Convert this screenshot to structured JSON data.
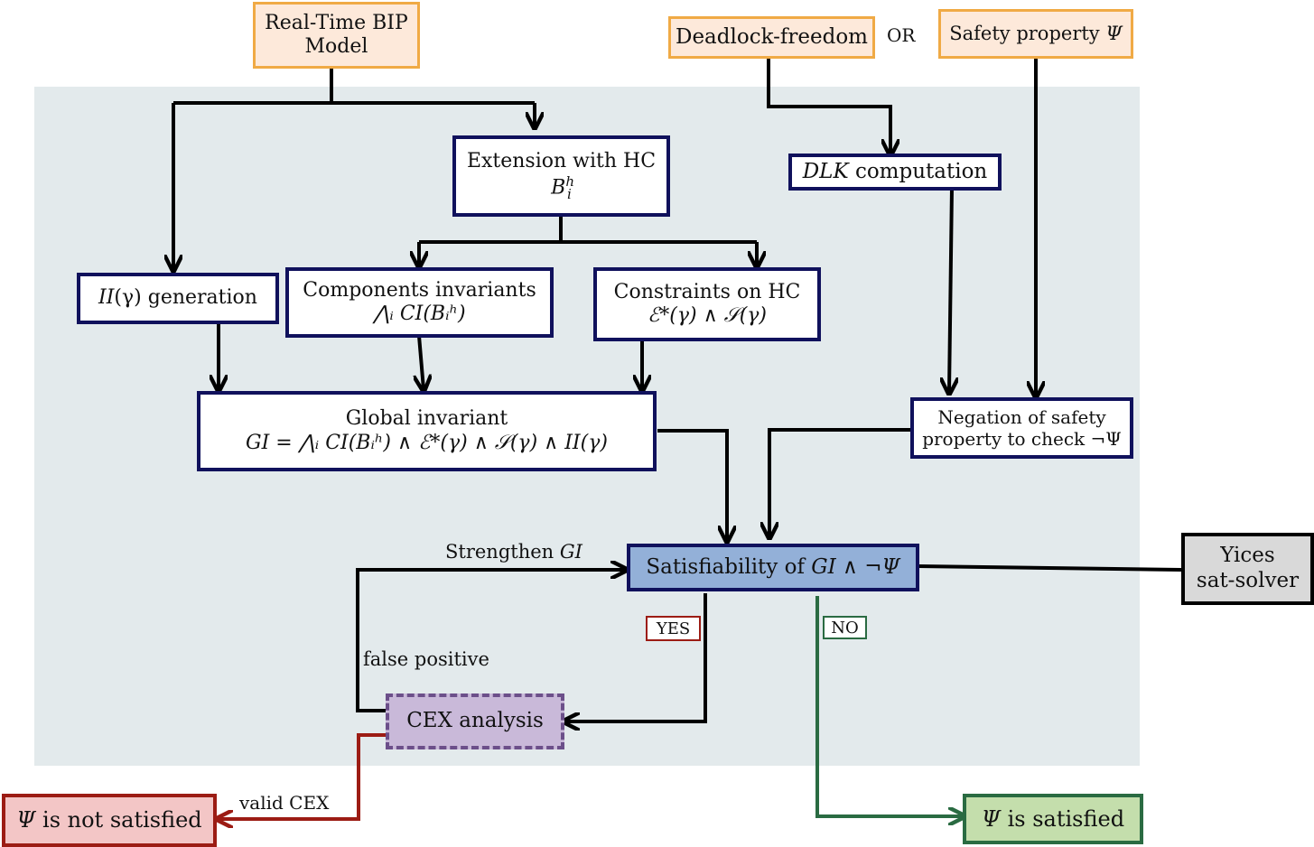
{
  "diagram": {
    "inputs": {
      "model": {
        "line1": "Real-Time BIP",
        "line2": "Model"
      },
      "deadlock": "Deadlock-freedom",
      "or_label": "OR",
      "safety": {
        "text": "Safety property",
        "symbol": "Ψ"
      }
    },
    "extension": {
      "line1": "Extension with HC",
      "math": "B",
      "sup": "h",
      "sub": "i"
    },
    "dlk": {
      "math": "DLK",
      "text": " computation"
    },
    "ii_gen": {
      "math": "II",
      "paren": "(γ)",
      "text": " generation"
    },
    "components": {
      "line1": "Components invariants",
      "line2": "⋀ᵢ CI(Bᵢʰ)"
    },
    "constraints": {
      "line1": "Constraints on HC",
      "line2": "ℰ*(γ) ∧ 𝒮(γ)"
    },
    "global": {
      "line1": "Global invariant",
      "line2": "GI = ⋀ᵢ CI(Bᵢʰ) ∧ ℰ*(γ) ∧ 𝒮(γ) ∧ II(γ)"
    },
    "negation": {
      "line1": "Negation of safety",
      "line2": "property to check ¬Ψ"
    },
    "satisfiability": {
      "text": "Satisfiability of ",
      "math": "GI ∧ ¬Ψ"
    },
    "solver": {
      "line1": "Yices",
      "line2": "sat-solver"
    },
    "cex": "CEX analysis",
    "not_satisfied": {
      "symbol": "Ψ",
      "text": " is not satisfied"
    },
    "satisfied": {
      "symbol": "Ψ",
      "text": " is satisfied"
    },
    "edge_labels": {
      "strengthen": "Strengthen ",
      "strengthen_math": "GI",
      "false_positive": "false positive",
      "valid_cex": "valid CEX",
      "yes": "YES",
      "no": "NO"
    }
  }
}
